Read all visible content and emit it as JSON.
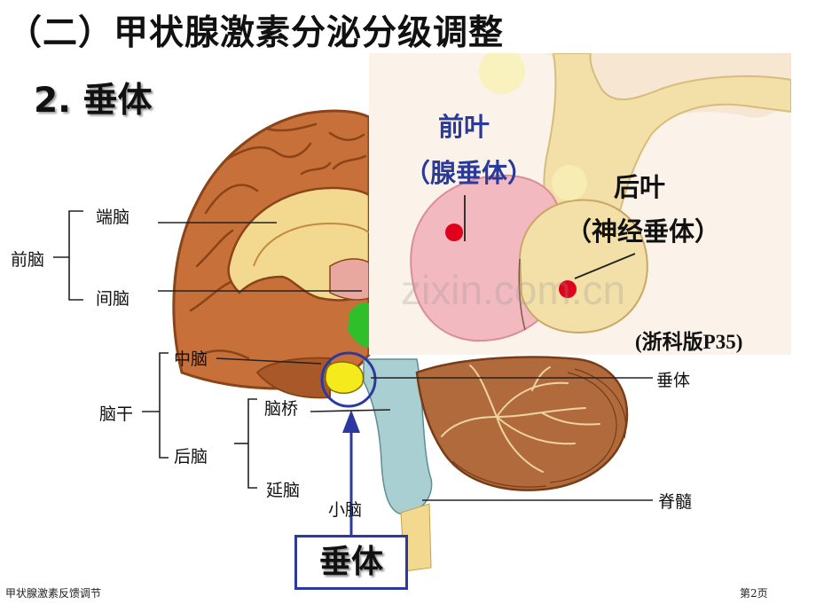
{
  "slide": {
    "title": "（二）甲状腺激素分泌分级调整",
    "subtitle": "2. 垂体",
    "source_note": "(浙科版P35)",
    "footer_left": "甲状腺激素反馈调节",
    "footer_right": "第2页",
    "watermark": "zixin.com.cn"
  },
  "brain_labels": {
    "forebrain": "前脑",
    "telencephalon": "端脑",
    "diencephalon": "间脑",
    "brainstem": "脑干",
    "midbrain": "中脑",
    "hindbrain": "后脑",
    "pons": "脑桥",
    "medulla": "延脑",
    "cerebellum": "小脑",
    "pituitary": "垂体",
    "spinal_cord": "脊髓"
  },
  "inset_labels": {
    "anterior": "前叶",
    "anterior_sub": "（腺垂体）",
    "posterior": "后叶",
    "posterior_sub": "（神经垂体）"
  },
  "callout": {
    "label": "垂体"
  },
  "colors": {
    "cortex": "#c8703a",
    "cortex_dark": "#8a4418",
    "white_matter": "#f3d98f",
    "cerebellum": "#b06a3c",
    "brainstem": "#a9cfd3",
    "pituitary": "#f4ea1c",
    "callout_blue": "#2c3aa0",
    "inset_pink": "#f2b9c0",
    "inset_cream": "#f3dfa8",
    "marker_red": "#e0001b"
  }
}
